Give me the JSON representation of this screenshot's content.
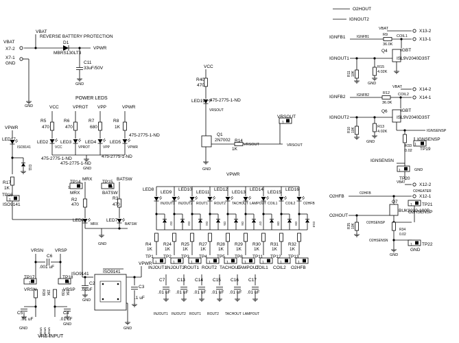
{
  "top_nets": {
    "o2hout": "O2HOUT",
    "ignout2": "IGNOUT2"
  },
  "battery": {
    "vbat_net": "VBAT",
    "title": "REVERSE BATTERY PROTECTION",
    "conn1_net": "VBAT",
    "conn1": "X7-2",
    "conn2": "X7-1",
    "gnd": "GND",
    "diode": "D1",
    "diode_part": "MBRS130LT3",
    "out_net": "VPWR",
    "cap": "C11",
    "cap_val": "33uF/50V",
    "gnd_cap": "GND"
  },
  "power_leds": {
    "title": "POWER LEDS",
    "nets": [
      "VCC",
      "VPROT",
      "VPP",
      "VPWR"
    ],
    "resistors": [
      "R5",
      "R6",
      "R7",
      "R8"
    ],
    "values": [
      "470",
      "470",
      "680",
      "1K"
    ],
    "leds": [
      "LED2",
      "LED3",
      "LED4",
      "LED5"
    ],
    "led_labels": [
      "VCC",
      "VPROT",
      "VPP",
      "VPWR"
    ],
    "parts": [
      "475-2775-1-ND",
      "475-2775-1-ND",
      "475-2775-1-ND",
      "475-2775-1-ND"
    ],
    "gnd": "GND"
  },
  "vpwr_left": {
    "net": "VPWR",
    "led": "LED17",
    "led_label": "ISO9141",
    "diode": "D11",
    "resistor": "R17",
    "res_val": "1K",
    "tp": "TP16",
    "tp_label": "ISO9141",
    "pin": "1"
  },
  "mrx": {
    "tp": "TP14",
    "tp_label": "MRX",
    "net": "MRX",
    "resistor": "R2",
    "res_val": "470",
    "led": "LED6",
    "led_label": "MRX",
    "pin": "1"
  },
  "batsw": {
    "tp": "TP15",
    "tp_label": "BATSW",
    "net": "BATSW",
    "resistor": "R3",
    "res_val": "470",
    "led": "LED7",
    "led_label": "BATSW",
    "pin": "1"
  },
  "vrs": {
    "vrsn": "VRSN",
    "vrsp": "VRSP",
    "cap_top": "C6",
    "cap_top_val": ".001 uF",
    "tp17": "TP17",
    "tp17_label": "VRSN",
    "tp18": "TP18",
    "tp18_label": "VRSP",
    "r38": "R38",
    "r38_val": "15K",
    "r39": "R39",
    "r39_val": "15K",
    "c5": "C5",
    "c5_val": ".01 uF",
    "c4": "C4",
    "c4_val": ".01 uF",
    "gnd": "GND",
    "title": "VRS INPUT",
    "iso": "ISO9141",
    "c2": "C2",
    "c2_val": ".01uF",
    "small_labels": [
      "VRSN1",
      "VRSP1",
      "VRSP2"
    ],
    "pin": "1"
  },
  "iso_chip": {
    "net": "VPWR",
    "name": "ISO9141",
    "c3": "C3",
    "c3_val": ".1 uF",
    "gnd": "GND"
  },
  "vrsout": {
    "vcc": "VCC",
    "r40": "R40",
    "r40_val": "470",
    "led": "LED19",
    "led_part": "475-2775-1-ND",
    "led_label": "VRSOUT",
    "q1": "Q1",
    "q1_part": "2N7002",
    "r14": "R14",
    "r14_val": "1K",
    "net_mid": "VRSOUT",
    "net_right": "VRSOUT",
    "gnd": "GND",
    "conn": "VRSOUT",
    "pin": "1"
  },
  "outputs": {
    "vpwr": "VPWR",
    "leds": [
      "LED8",
      "LED9",
      "LED10",
      "LED11",
      "LED12",
      "LED13",
      "LED14",
      "LED15",
      "LED16"
    ],
    "led_labels": [
      "INJOUT1",
      "INJOUT2",
      "ROUT1",
      "ROUT2",
      "TACHOUT",
      "LAMPOUT",
      "COIL1",
      "COIL2",
      "O2HFB"
    ],
    "diodes": [
      "D2",
      "D3",
      "D4",
      "D5",
      "D6",
      "D7",
      "D8",
      "D9",
      "D10"
    ],
    "resistors": [
      "R4",
      "R24",
      "R25",
      "R27",
      "R28",
      "R29",
      "R30",
      "R31",
      "R32"
    ],
    "res_vals": [
      "1K",
      "1K",
      "1K",
      "1K",
      "1K",
      "1K",
      "1K",
      "1K",
      "1K"
    ],
    "tps": [
      "TP1",
      "TP2",
      "TP3",
      "TP4",
      "TP5",
      "TP8",
      "TP11",
      "TP12",
      "TP13"
    ],
    "tp_labels": [
      "INJOUT1",
      "INJOUT2",
      "ROUT1",
      "ROUT2",
      "TACHOUT",
      "LAMPOUT",
      "COIL1",
      "COIL2",
      "O2HFB"
    ],
    "caps": [
      "C7",
      "C13",
      "C14",
      "C15",
      "C16",
      "C17"
    ],
    "cap_vals": [
      ".01 uF",
      ".01 uF",
      ".01 uF",
      ".01 uF",
      ".01 uF",
      ".01 uF"
    ],
    "cap_nets": [
      "INJOUT1",
      "INJOUT2",
      "ROUT1",
      "ROUT2",
      "TACHOUT",
      "LAMPOUT"
    ],
    "pin": "1"
  },
  "ign1": {
    "vbat": "VBAT",
    "conn_a": "X13-2",
    "conn_b": "X13-1",
    "coil": "COIL1",
    "fb_net": "IGNFB1",
    "fb_label": "IGNFB1",
    "r9": "R9",
    "r9_val": "36.0K",
    "q": "Q4",
    "q_type": "IGBT",
    "q_part": "ISL9V2040D3ST",
    "out": "IGNOUT1",
    "r11": "R11",
    "r11_val": "10K",
    "r15": "R15",
    "r15_val": "4.02K",
    "gnd": "GND"
  },
  "ign2": {
    "vbat": "VBAT",
    "conn_a": "X14-2",
    "conn_b": "X14-1",
    "coil": "COIL2",
    "fb_net": "IGNFB2",
    "fb_label": "IGNFB2",
    "r12": "R12",
    "r12_val": "36.0K",
    "q": "Q6",
    "q_type": "IGBT",
    "q_part": "ISL9V2040D3ST",
    "out": "IGNOUT2",
    "r10": "R10",
    "r10_val": "10K",
    "r13": "R13",
    "r13_val": "4.02K",
    "gnd": "GND",
    "sense_net": "IGNSENSP",
    "r33": "R33",
    "r33_val": "0.02",
    "tp19": "TP19",
    "tp19_label": "IGNSENSP",
    "sensn": "IGNSENSN",
    "tp20": "TP20",
    "gnd2": "GND",
    "pin": "1"
  },
  "o2h": {
    "vbat": "VBAT",
    "conn_a": "X12-2",
    "conn_b": "X12-1",
    "heater": "O2HEATER",
    "hfb": "O2HFB",
    "hfb_net": "O2HFB",
    "q": "Q7",
    "q_part": "BUK9230-100B",
    "out": "O2HOUT",
    "r35": "R35",
    "r35_val": "10K",
    "sensp": "O2HSENSP",
    "tp21_label": "O2HSENSP",
    "tp21": "TP21",
    "r34": "R34",
    "r34_val": "0.02",
    "sensn": "O2HSENSN",
    "tp22": "TP22",
    "tp22_label": "GND",
    "gnd": "GND",
    "pin": "1"
  }
}
